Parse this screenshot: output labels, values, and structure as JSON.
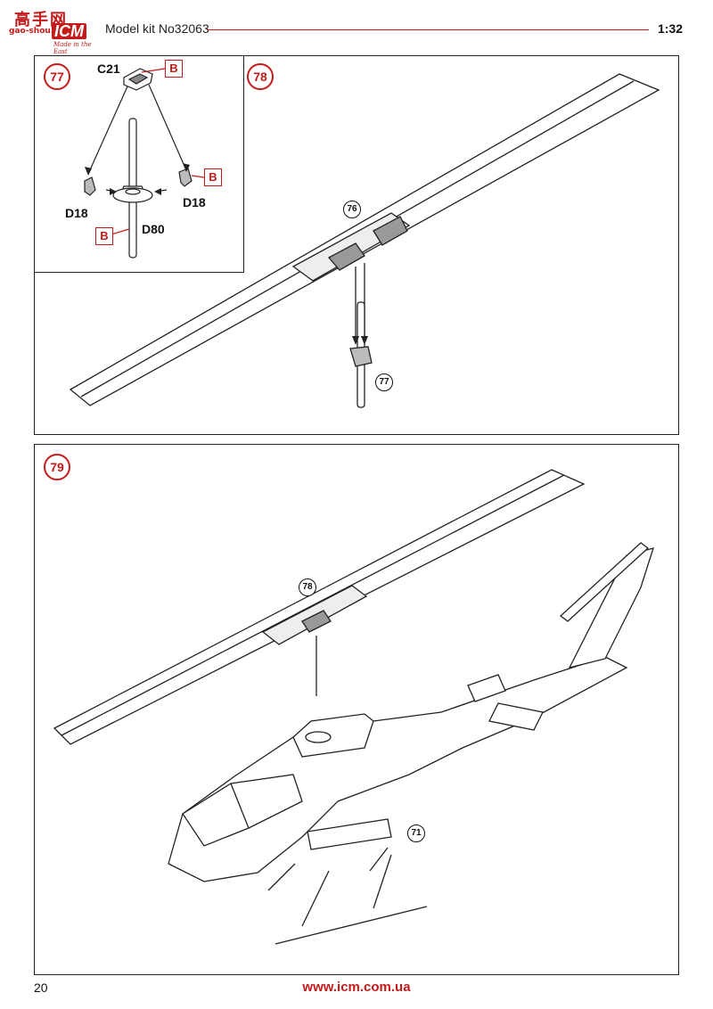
{
  "header": {
    "logo_cn": "高手网",
    "logo_site": "gao-shou.com",
    "logo_icm": "ICM",
    "logo_tagline": "Made in the East",
    "kit_title": "Model kit No32063",
    "scale": "1:32"
  },
  "steps": {
    "s77": {
      "number": "77",
      "parts": {
        "c21": "C21",
        "d18_left": "D18",
        "d18_right": "D18",
        "d80": "D80"
      },
      "color_codes": [
        "B",
        "B",
        "B"
      ]
    },
    "s78": {
      "number": "78",
      "refs": [
        "76",
        "77"
      ]
    },
    "s79": {
      "number": "79",
      "refs": [
        "78",
        "71"
      ]
    }
  },
  "footer": {
    "page_number": "20",
    "website": "www.icm.com.ua"
  },
  "colors": {
    "accent": "#c51a1a",
    "line": "#222222"
  }
}
